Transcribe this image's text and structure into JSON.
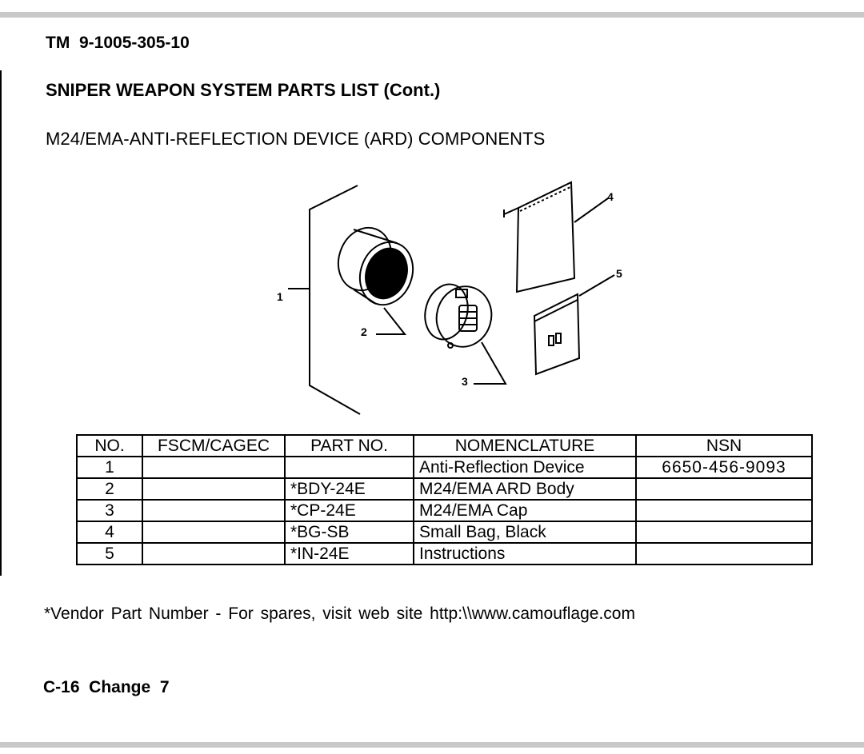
{
  "header": {
    "tm_number": "TM  9-1005-305-10"
  },
  "title": "SNIPER WEAPON SYSTEM PARTS LIST (Cont.)",
  "subtitle": "M24/EMA-ANTI-REFLECTION DEVICE (ARD) COMPONENTS",
  "figure": {
    "callouts": [
      "1",
      "2",
      "3",
      "4",
      "5"
    ]
  },
  "table": {
    "columns": [
      "NO.",
      "FSCM/CAGEC",
      "PART NO.",
      "NOMENCLATURE",
      "NSN"
    ],
    "rows": [
      {
        "no": "1",
        "fscm": "",
        "part_no": "",
        "nomenclature": "Anti-Reflection  Device",
        "nsn": "6650-456-9093"
      },
      {
        "no": "2",
        "fscm": "",
        "part_no": "*BDY-24E",
        "nomenclature": "M24/EMA  ARD  Body",
        "nsn": ""
      },
      {
        "no": "3",
        "fscm": "",
        "part_no": "*CP-24E",
        "nomenclature": "M24/EMA  Cap",
        "nsn": ""
      },
      {
        "no": "4",
        "fscm": "",
        "part_no": "*BG-SB",
        "nomenclature": "Small  Bag,  Black",
        "nsn": ""
      },
      {
        "no": "5",
        "fscm": "",
        "part_no": "*IN-24E",
        "nomenclature": "Instructions",
        "nsn": ""
      }
    ]
  },
  "footnote": "*Vendor Part Number - For spares, visit web site http:\\\\www.camouflage.com",
  "footer": {
    "page": "C-16  Change  7"
  }
}
